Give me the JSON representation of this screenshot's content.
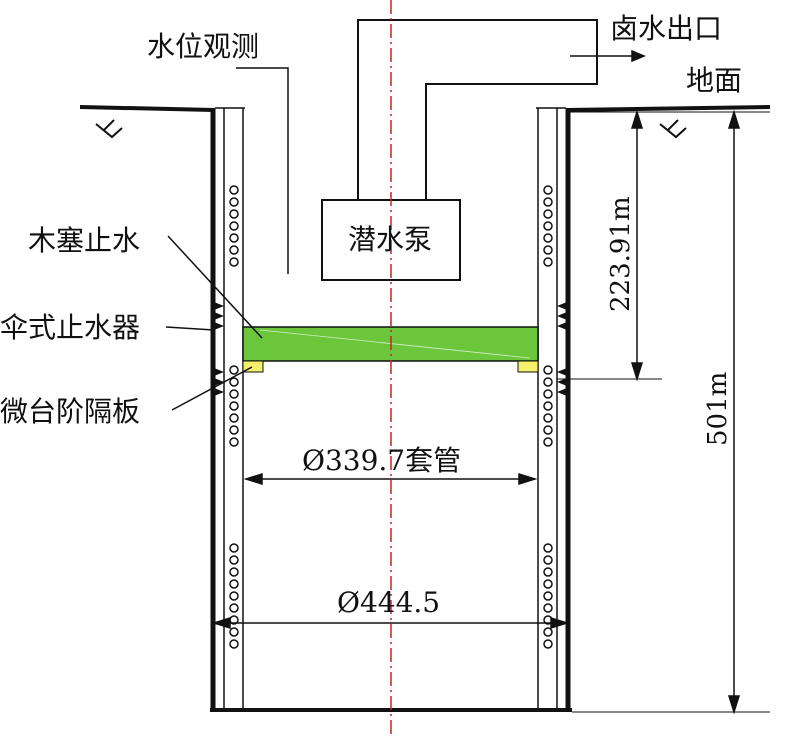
{
  "labels": {
    "brine_outlet": "卤水出口",
    "ground": "地面",
    "water_level": "水位观测",
    "pump": "潜水泵",
    "wood_plug": "木塞止水",
    "umbrella_packer": "伞式止水器",
    "step_baffle": "微台阶隔板",
    "casing_dia": "Ø339.7套管",
    "hole_dia": "Ø444.5",
    "depth_partial": "223.91m",
    "depth_total": "501m"
  },
  "colors": {
    "plug_fill": "#6cc63c",
    "baffle_fill": "#f4f06a",
    "centerline": "#d0202a",
    "line": "#111111"
  }
}
